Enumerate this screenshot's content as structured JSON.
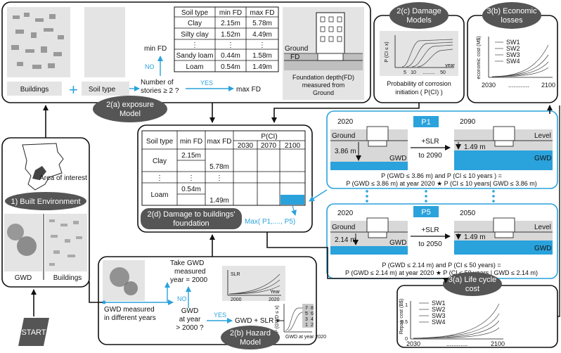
{
  "exposure": {
    "buildings_label": "Buildings",
    "plus": "+",
    "soil_type_label": "Soil type",
    "min_fd": "min FD",
    "no": "NO",
    "yes": "YES",
    "question": [
      "Number of",
      "stories ≥ 2 ?"
    ],
    "max_fd": "max FD",
    "title": [
      "2(a) exposure",
      "Model"
    ],
    "soil_table": {
      "headers": [
        "Soil type",
        "min FD",
        "max FD"
      ],
      "rows": [
        [
          "Clay",
          "2.15m",
          "5.78m"
        ],
        [
          "Silty clay",
          "1.52m",
          "4.49m"
        ],
        [
          "⋮",
          "⋮",
          "⋮"
        ],
        [
          "Sandy loam",
          "0.44m",
          "1.58m"
        ],
        [
          "Loam",
          "0.54m",
          "1.49m"
        ]
      ]
    },
    "ground": "Ground",
    "fd": "FD",
    "foundation_caption": [
      "Foundation depth(FD)",
      "measured from",
      "Ground"
    ]
  },
  "damage_models": {
    "title": [
      "2(c) Damage",
      "Models"
    ],
    "y_axis": "P (CI ≤ x)",
    "x_ticks": [
      "5",
      "10",
      ".........",
      "50"
    ],
    "x_unit": "year",
    "caption": [
      "Probability of corrosion",
      "initiation ( P(CI) )"
    ]
  },
  "economic": {
    "title": [
      "3(b) Economic",
      "losses"
    ],
    "y_axis": "economic cost (M$)",
    "legend": [
      "SW1",
      "SW2",
      "SW3",
      "SW4"
    ],
    "x_ticks": [
      "2030",
      "............",
      "2100"
    ]
  },
  "built_env": {
    "area_label": "Area of interest",
    "title": "1) Built Environment",
    "gwd": "GWD",
    "buildings": "Buildings"
  },
  "start": "START",
  "damage_table": {
    "headers": [
      "Soil type",
      "min FD",
      "max FD",
      "P(CI)"
    ],
    "years": [
      "2030",
      "2070",
      "2100"
    ],
    "clay": "Clay",
    "clay_min": "2.15m",
    "clay_max": "5.78m",
    "dots": "⋮",
    "loam": "Loam",
    "loam_min": "0.54m",
    "loam_max": "1.49m",
    "title": [
      "2(d) Damage to buildings'",
      "foundation"
    ],
    "max_label": "Max( P1,...., P5)"
  },
  "p1": {
    "tag": "P1",
    "year_a": "2020",
    "year_b": "2090",
    "ground": "Ground",
    "level": "Level",
    "depth_a": "3.86 m",
    "depth_b": "1.49 m",
    "gwd": "GWD",
    "slr": "+SLR",
    "to": "to 2090",
    "eq1": "P (GWD ≤ 3.86 m) and P (CI ≤ 10 years )  =",
    "eq2": "P (GWD ≤ 3.86 m) at year 2020 ★ P (CI ≤ 10 years| GWD ≤ 3.86 m)"
  },
  "p5": {
    "tag": "P5",
    "year_a": "2020",
    "year_b": "2050",
    "ground": "Ground",
    "level": "Level",
    "depth_a": "2.14 m",
    "depth_b": "1.49 m",
    "gwd": "GWD",
    "slr": "+SLR",
    "to": "to 2050",
    "eq1": "P (GWD ≤ 2.14 m) and P (CI ≤ 50 years) =",
    "eq2": "P (GWD ≤ 2.14 m) at year 2020 ★ P (CI ≤ 50 years | GWD ≤ 2.14 m)"
  },
  "hazard": {
    "caption": [
      "GWD measured",
      "in different years"
    ],
    "take": [
      "Take GWD",
      "measured",
      "year = 2000"
    ],
    "no": "NO",
    "yes": "YES",
    "question": [
      "GWD",
      "at year",
      "> 2000 ?"
    ],
    "slr_label": "SLR",
    "year_label": "Year",
    "x_ticks": [
      "2000",
      "2020"
    ],
    "formula": "GWD + SLR =",
    "y_axis": "P (GWD ≤ x)",
    "gwd2020": "GWD at year 2020",
    "map_numbers": [
      "7",
      "8",
      "5",
      "6",
      "3",
      "4",
      "1",
      "2"
    ],
    "title": [
      "2(b) Hazard",
      "Model"
    ]
  },
  "lifecycle": {
    "title": [
      "3(a) Life cycle",
      "cost"
    ],
    "y_axis": "Repair cost (B$)",
    "y_ticks": [
      "1",
      "0.5",
      "0"
    ],
    "legend": [
      "SW1",
      "SW2",
      "SW3",
      "SW4"
    ],
    "x_ticks": [
      "2030",
      "............",
      "2100"
    ]
  },
  "colors": {
    "accent": "#2aa2dc",
    "pill": "#555555"
  }
}
